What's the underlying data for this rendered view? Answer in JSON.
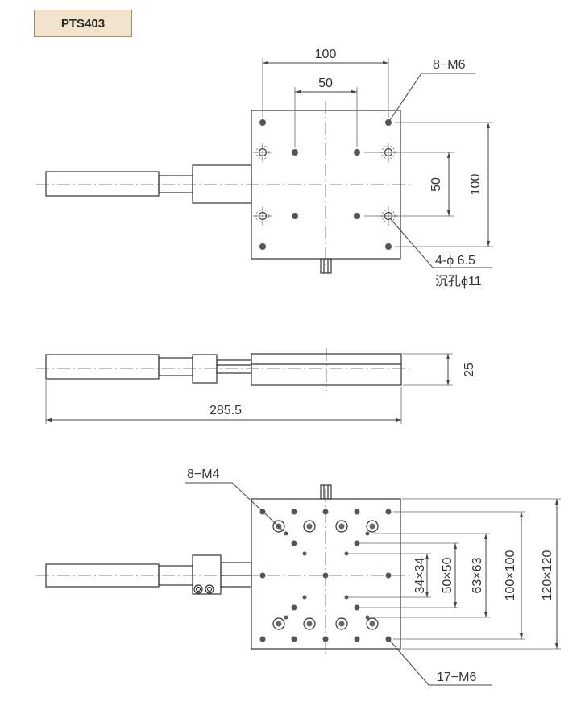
{
  "model": "PTS403",
  "top_view": {
    "dim_width": "100",
    "dim_inner": "50",
    "dim_vert_inner": "50",
    "dim_vert_outer": "100",
    "label_thread": "8−M6",
    "label_hole": "4-ϕ 6.5",
    "label_counterbore": "沉孔ϕ11"
  },
  "side_view": {
    "dim_height": "25",
    "dim_length": "285.5"
  },
  "bottom_view": {
    "label_thread_m4": "8−M4",
    "label_thread_m6": "17−M6",
    "dim_34": "34×34",
    "dim_50": "50×50",
    "dim_63": "63×63",
    "dim_100": "100×100",
    "dim_120": "120×120"
  },
  "colors": {
    "plate_fill": "#cfcfcf",
    "badge_fill": "#f2e4cc",
    "line": "#333333"
  }
}
